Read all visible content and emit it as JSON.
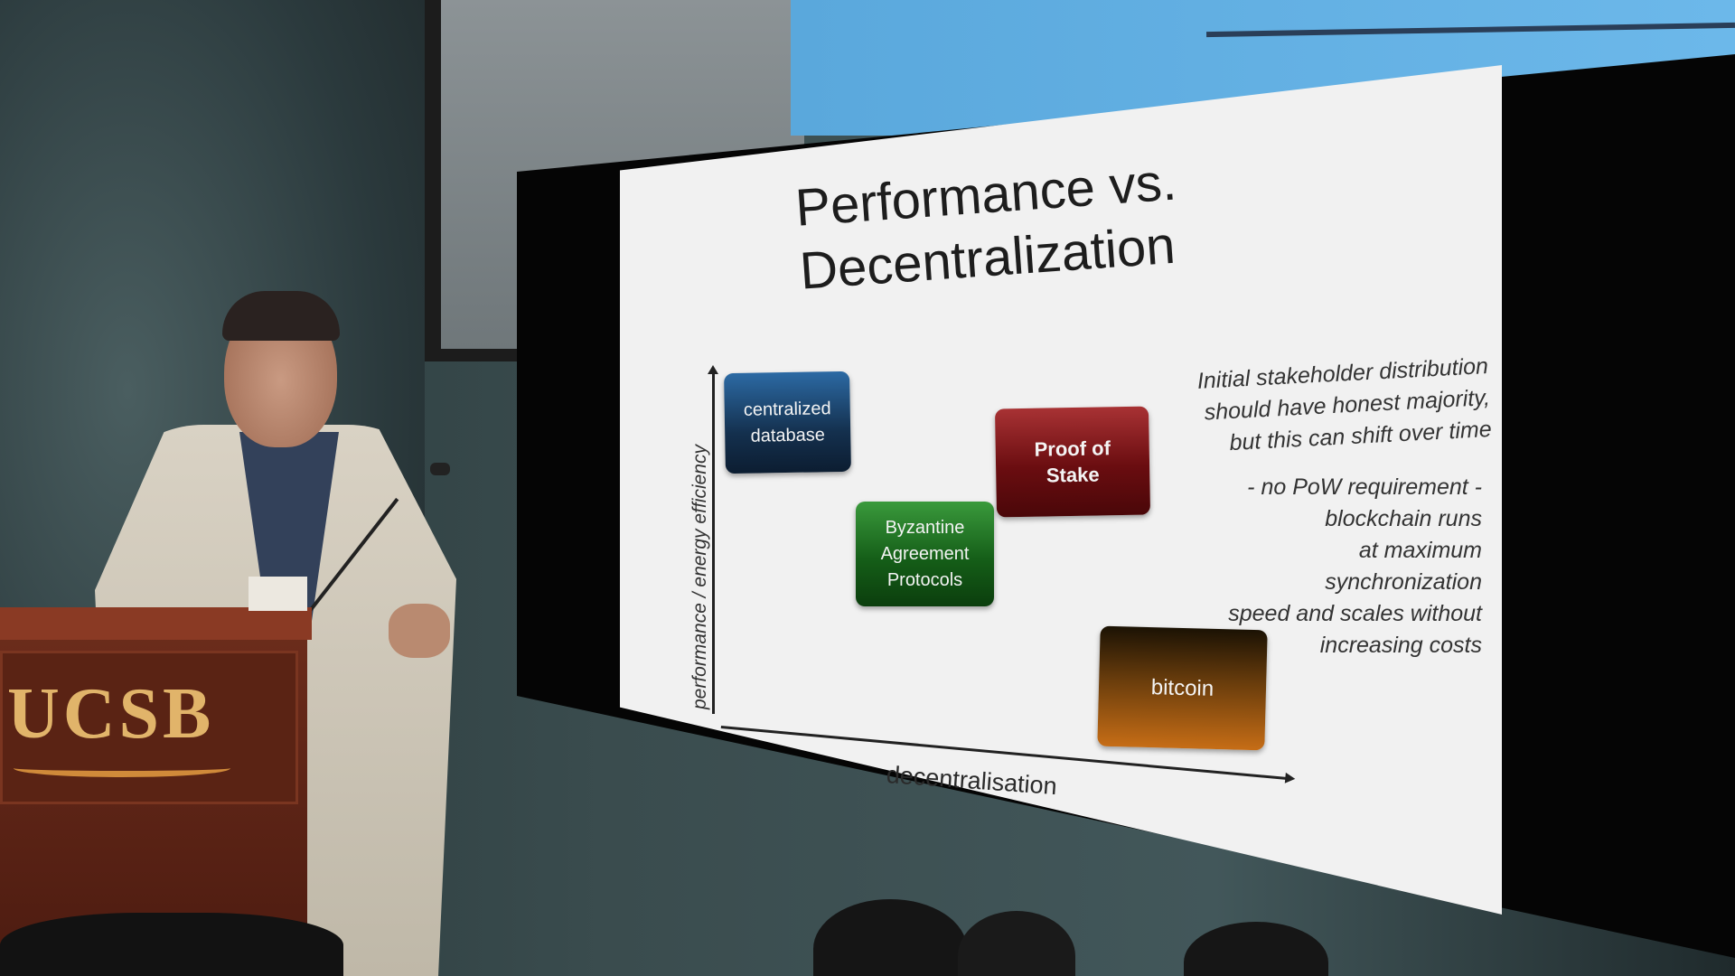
{
  "slide": {
    "title_line1": "Performance vs.",
    "title_line2": "Decentralization",
    "y_axis_label": "performance / energy efficiency",
    "x_axis_label": "decentralisation",
    "boxes": {
      "centralized": [
        "centralized",
        "database"
      ],
      "byzantine": [
        "Byzantine",
        "Agreement",
        "Protocols"
      ],
      "pos": [
        "Proof of",
        "Stake"
      ],
      "bitcoin": "bitcoin"
    },
    "note_top": [
      "Initial stakeholder distribution",
      "should have honest majority,",
      "but this can shift over time"
    ],
    "note_bottom": [
      "- no PoW requirement -",
      "blockchain runs",
      "at maximum",
      "synchronization",
      "speed and scales without",
      "increasing costs"
    ]
  },
  "podium": {
    "logo_text": "UCSB"
  },
  "colors": {
    "centralized_box": "#14304e",
    "byzantine_box": "#155e18",
    "pos_box": "#6a0d10",
    "bitcoin_box": "#c66d16",
    "podium_logo": "#e1b46a"
  }
}
